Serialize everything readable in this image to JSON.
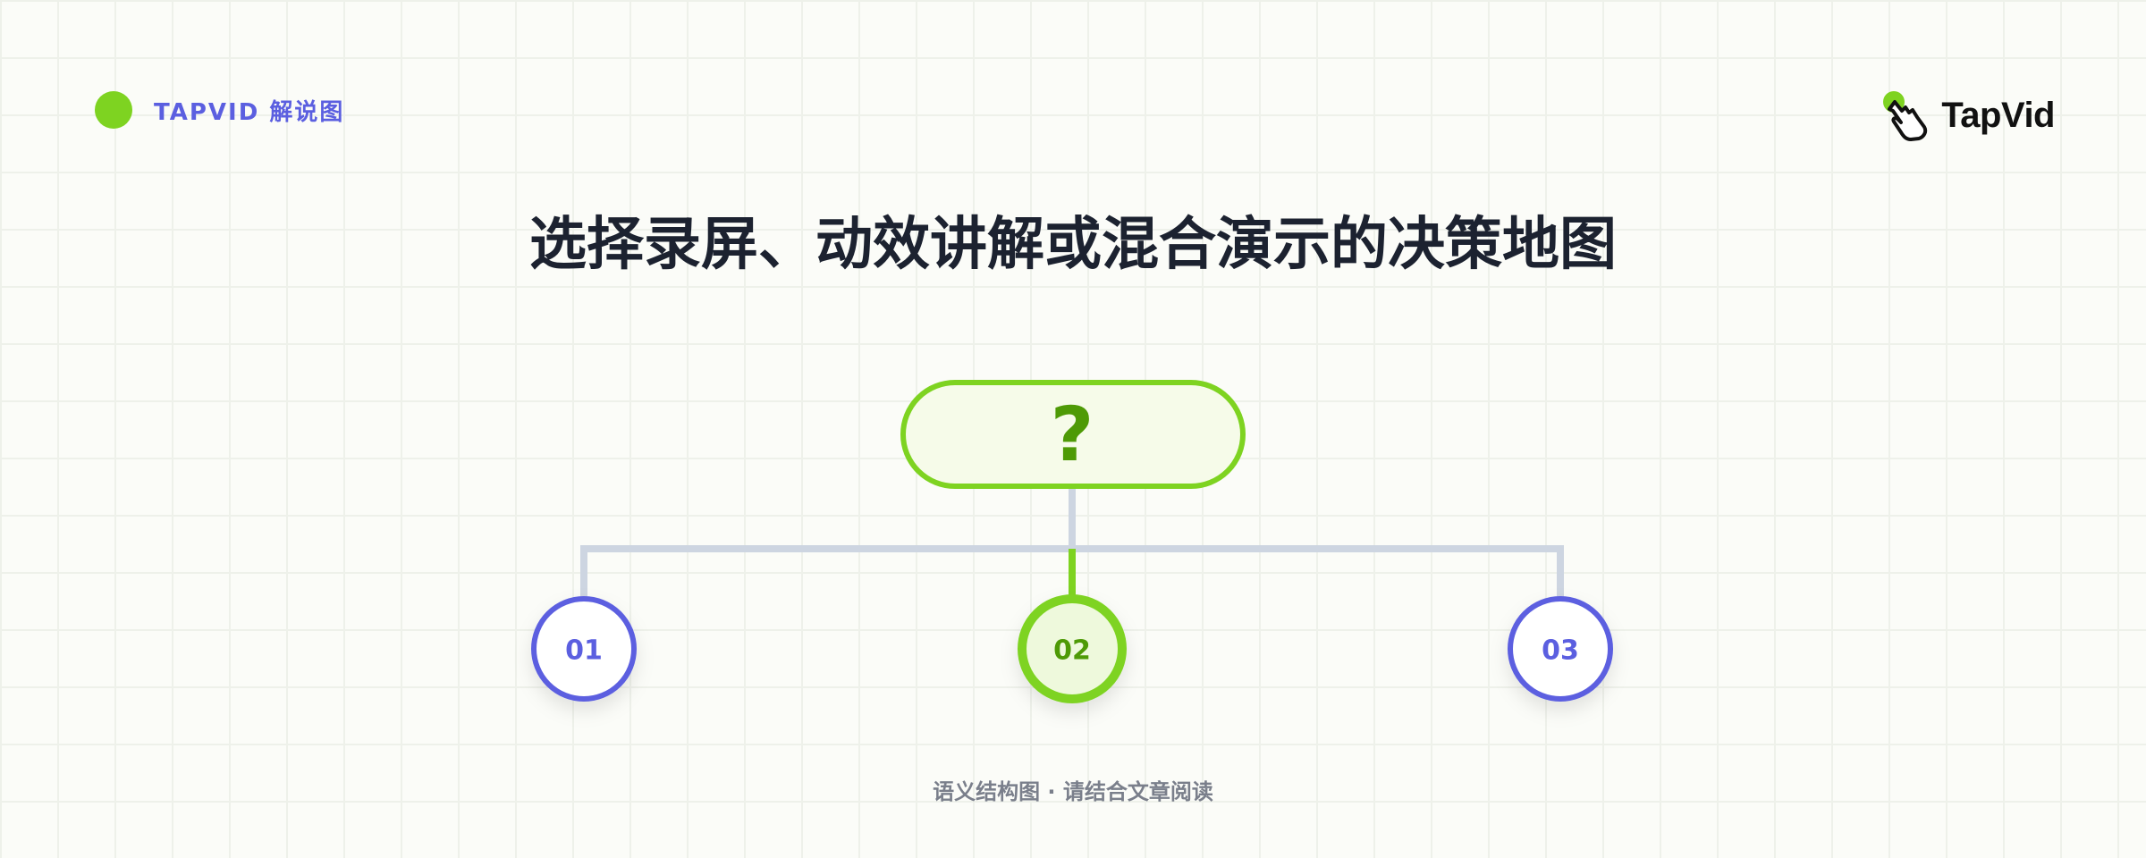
{
  "brand_tag": {
    "label": "TAPVID 解说图"
  },
  "logo": {
    "wordmark": "TapVid",
    "icon": "pointer-hand-icon"
  },
  "title": "选择录屏、动效讲解或混合演示的决策地图",
  "diagram": {
    "type": "tree",
    "root": {
      "label": "?"
    },
    "children": [
      {
        "label": "01",
        "highlighted": false
      },
      {
        "label": "02",
        "highlighted": true
      },
      {
        "label": "03",
        "highlighted": false
      }
    ]
  },
  "footer": "语义结构图 · 请结合文章阅读",
  "colors": {
    "accent_green": "#7ed321",
    "dark_green": "#4e9a06",
    "indigo": "#5b5fe0",
    "connector_gray": "#cdd5e1",
    "title_dark": "#1c2230",
    "footer_gray": "#7a7f8b"
  }
}
